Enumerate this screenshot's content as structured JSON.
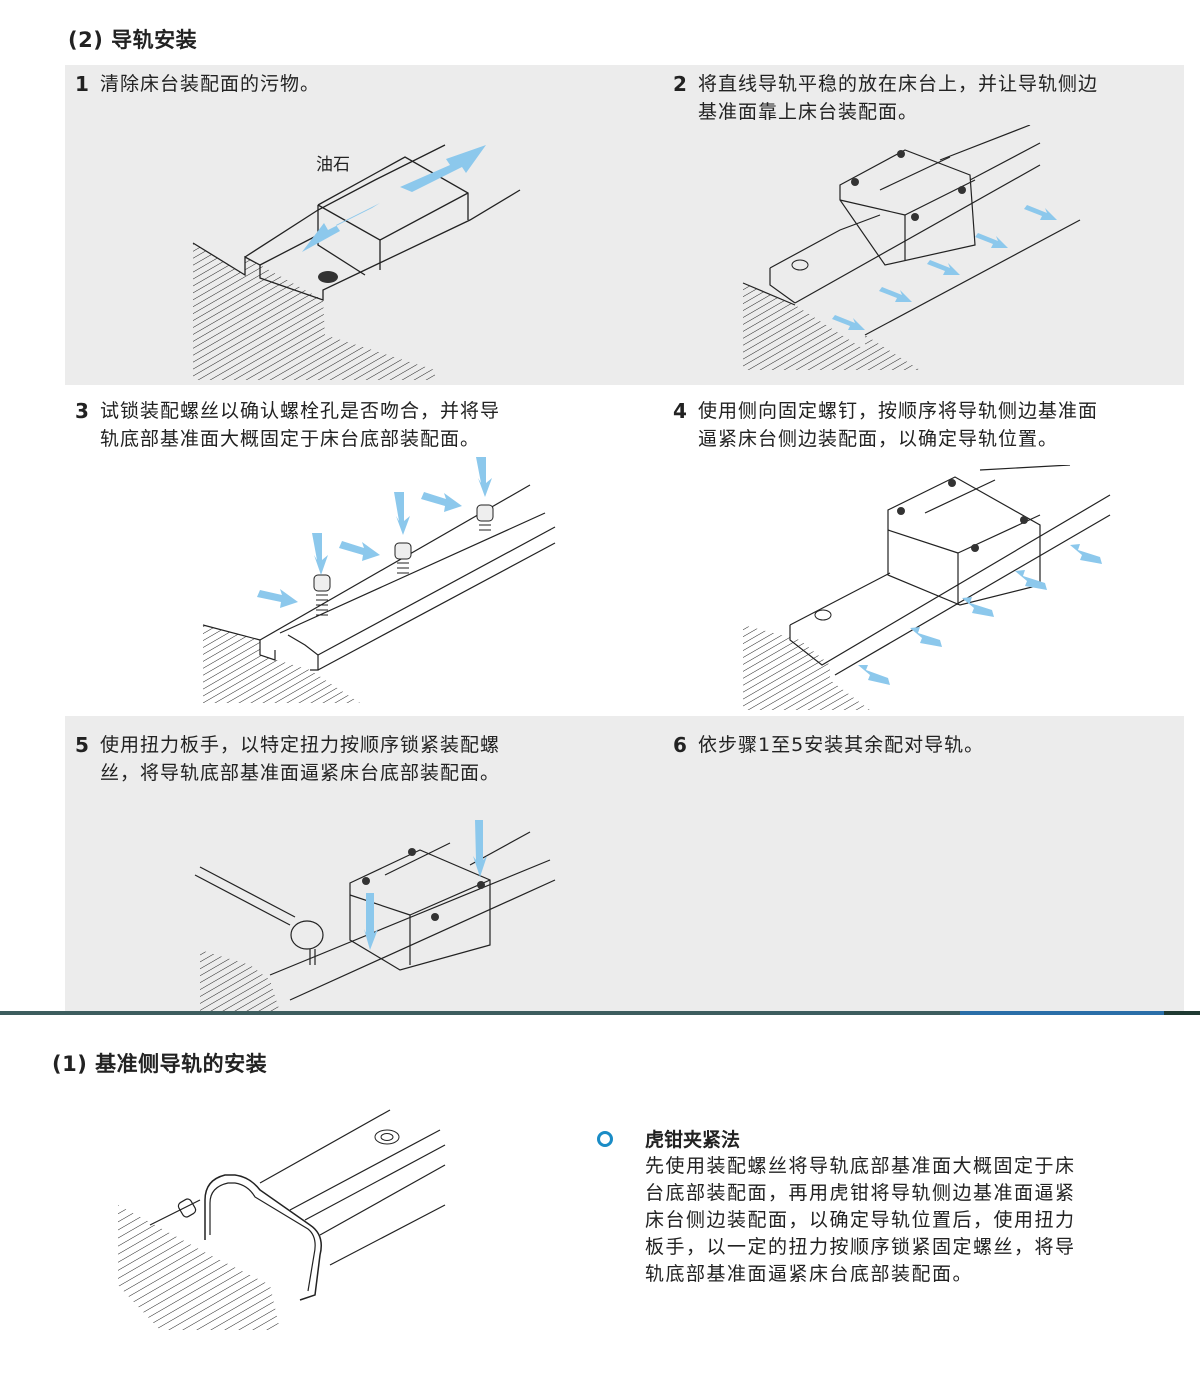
{
  "section_install": {
    "title": "(2) 导轨安装",
    "steps": [
      {
        "num": "1",
        "text": "清除床台装配面的污物。"
      },
      {
        "num": "2",
        "text_lines": [
          "将直线导轨平稳的放在床台上，并让导轨侧边",
          "基准面靠上床台装配面。"
        ]
      },
      {
        "num": "3",
        "text_lines": [
          "试锁装配螺丝以确认螺栓孔是否吻合，并将导",
          "轨底部基准面大概固定于床台底部装配面。"
        ]
      },
      {
        "num": "4",
        "text_lines": [
          "使用侧向固定螺钉，按顺序将导轨侧边基准面",
          "逼紧床台侧边装配面，以确定导轨位置。"
        ]
      },
      {
        "num": "5",
        "text_lines": [
          "使用扭力板手，以特定扭力按顺序锁紧装配螺",
          "丝，将导轨底部基准面逼紧床台底部装配面。"
        ]
      },
      {
        "num": "6",
        "text": "依步骤1至5安装其余配对导轨。"
      }
    ],
    "illustration_labels": {
      "oilstone": "油石"
    }
  },
  "section_reference": {
    "title": "(1) 基准侧导轨的安装",
    "method": {
      "bullet_icon": "ring-bullet-icon",
      "title": "虎钳夹紧法",
      "body_lines": [
        "先使用装配螺丝将导轨底部基准面大概固定于床",
        "台底部装配面，再用虎钳将导轨侧边基准面逼紧",
        "床台侧边装配面，以确定导轨位置后，使用扭力",
        "板手，以一定的扭力按顺序锁紧固定螺丝，将导",
        "轨底部基准面逼紧床台底部装配面。"
      ]
    }
  },
  "colors": {
    "panel_bg": "#ececec",
    "arrow_blue": "#8cc8ec",
    "bullet_blue": "#1a8cc6",
    "separator_dark": "#3d5d5e",
    "separator_blue": "#2a6ea8"
  }
}
